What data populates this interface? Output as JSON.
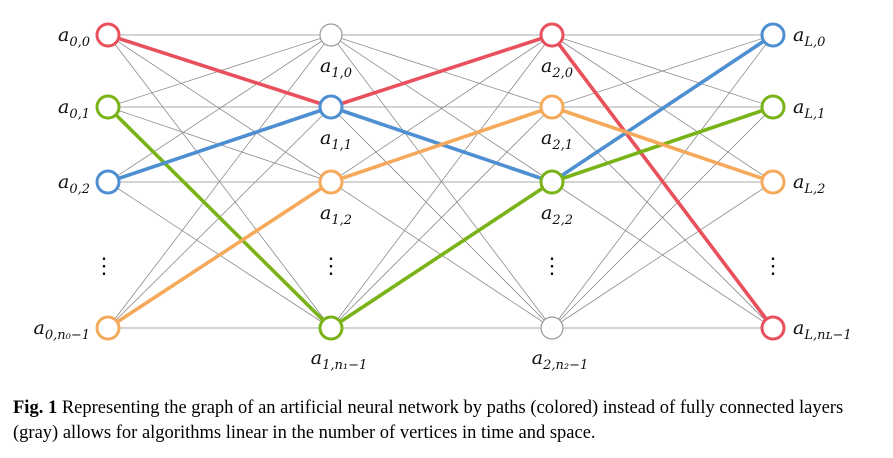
{
  "diagram": {
    "layers": [
      {
        "nodes": [
          {
            "label": "a",
            "sub": "0,0",
            "color": "#e8505b"
          },
          {
            "label": "a",
            "sub": "0,1",
            "color": "#7ab317"
          },
          {
            "label": "a",
            "sub": "0,2",
            "color": "#4d8fd1"
          },
          {
            "label": "a",
            "sub": "0,n₀−1",
            "color": "#f5a95b"
          }
        ]
      },
      {
        "nodes": [
          {
            "label": "a",
            "sub": "1,0",
            "color": "#9a9a9a"
          },
          {
            "label": "a",
            "sub": "1,1",
            "color": "#4d8fd1"
          },
          {
            "label": "a",
            "sub": "1,2",
            "color": "#f5a95b"
          },
          {
            "label": "a",
            "sub": "1,n₁−1",
            "color": "#7ab317"
          }
        ]
      },
      {
        "nodes": [
          {
            "label": "a",
            "sub": "2,0",
            "color": "#e8505b"
          },
          {
            "label": "a",
            "sub": "2,1",
            "color": "#f5a95b"
          },
          {
            "label": "a",
            "sub": "2,2",
            "color": "#7ab317"
          },
          {
            "label": "a",
            "sub": "2,n₂−1",
            "color": "#9a9a9a"
          }
        ]
      },
      {
        "nodes": [
          {
            "label": "a",
            "sub": "L,0",
            "color": "#4d8fd1"
          },
          {
            "label": "a",
            "sub": "L,1",
            "color": "#7ab317"
          },
          {
            "label": "a",
            "sub": "L,2",
            "color": "#f5a95b"
          },
          {
            "label": "a",
            "sub": "L,nʟ−1",
            "color": "#e8505b"
          }
        ]
      }
    ],
    "ellipsis": "⋮",
    "gray_edge_color": "#8c8c8c",
    "paths": [
      {
        "color": "#e8505b",
        "nodes": [
          0,
          1,
          0,
          3
        ]
      },
      {
        "color": "#7ab317",
        "nodes": [
          1,
          3,
          2,
          1
        ]
      },
      {
        "color": "#4d8fd1",
        "nodes": [
          2,
          1,
          2,
          0
        ]
      },
      {
        "color": "#f5a95b",
        "nodes": [
          3,
          2,
          1,
          2
        ]
      }
    ]
  },
  "caption": {
    "label": "Fig. 1",
    "text": "Representing the graph of an artificial neural network by paths (colored) instead of fully connected layers (gray) allows for algorithms linear in the number of vertices in time and space."
  }
}
